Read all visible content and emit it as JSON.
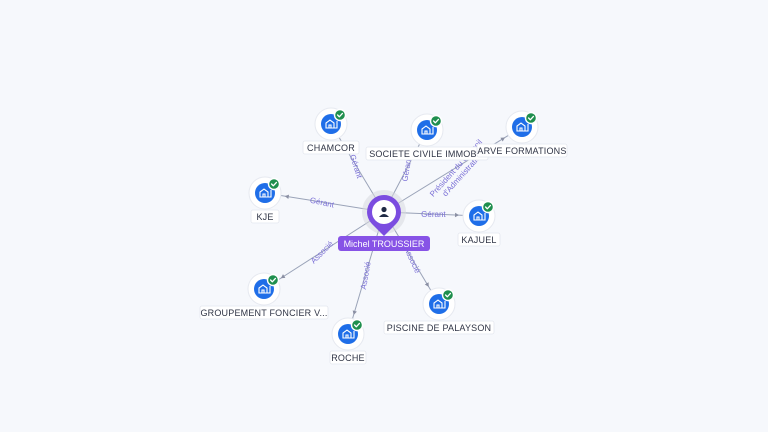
{
  "center": {
    "name": "Michel TROUSSIER",
    "icon": "person-icon"
  },
  "companies": [
    {
      "id": "chamcor",
      "label": "CHAMCOR",
      "relation": "Gérant",
      "icon": "building-icon",
      "status": "verified-check-icon"
    },
    {
      "id": "societe-civile",
      "label": "SOCIETE CIVILE IMMOB...",
      "relation": "Gérant",
      "icon": "building-icon",
      "status": "verified-check-icon"
    },
    {
      "id": "arve",
      "label": "ARVE FORMATIONS",
      "relation": "Président du Conseil d'Administration",
      "icon": "building-icon",
      "status": "verified-check-icon"
    },
    {
      "id": "kje",
      "label": "KJE",
      "relation": "Gérant",
      "icon": "building-icon",
      "status": "verified-check-icon"
    },
    {
      "id": "kajuel",
      "label": "KAJUEL",
      "relation": "Gérant",
      "icon": "building-icon",
      "status": "verified-check-icon"
    },
    {
      "id": "groupement",
      "label": "GROUPEMENT FONCIER V...",
      "relation": "Associé",
      "icon": "building-icon",
      "status": "verified-check-icon"
    },
    {
      "id": "roche",
      "label": "ROCHE",
      "relation": "Associé",
      "icon": "building-icon",
      "status": "verified-check-icon"
    },
    {
      "id": "piscine",
      "label": "PISCINE DE PALAYSON",
      "relation": "Associé",
      "icon": "building-icon",
      "status": "verified-check-icon"
    }
  ],
  "colors": {
    "node_blue": "#1f6ee8",
    "check_green": "#1f8f4e",
    "center_purple": "#8753e6",
    "edge_label_purple": "#7a6fd6"
  }
}
